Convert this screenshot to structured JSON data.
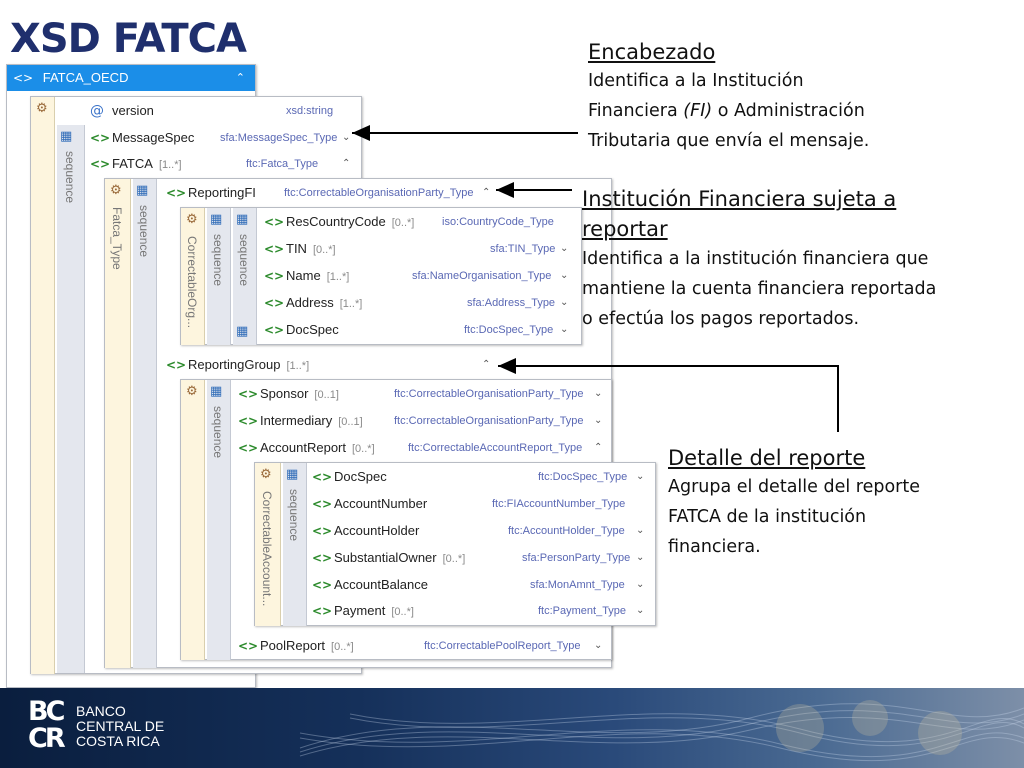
{
  "slide": {
    "title": "XSD FATCA"
  },
  "icons": {
    "element": "<>",
    "attribute": "@",
    "choice": "choice-icon",
    "sequence": "sequence-icon",
    "collapse": "chevron-up-icon",
    "expand": "chevron-down-icon"
  },
  "colors": {
    "title": "#1f2f6d",
    "titlebar": "#1b8ee8",
    "type_text": "#5a68b4",
    "element_icon": "#2b8a2b",
    "footer": "#0a1e3e"
  },
  "diagram": {
    "root": {
      "name": "FATCA_OECD",
      "toggle": "⌃"
    },
    "root_sequence_label": "sequence",
    "root_rows": [
      {
        "icon": "@",
        "name": "version",
        "card": "",
        "type": "xsd:string",
        "toggle": ""
      },
      {
        "icon": "<>",
        "name": "MessageSpec",
        "card": "",
        "type": "sfa:MessageSpec_Type",
        "toggle": "⌄"
      },
      {
        "icon": "<>",
        "name": "FATCA",
        "card": "[1..*]",
        "type": "ftc:Fatca_Type",
        "toggle": "⌃"
      }
    ],
    "fatca_type_label": "Fatca_Type",
    "fatca_sequence_label": "sequence",
    "fatca_rows": [
      {
        "icon": "<>",
        "name": "ReportingFI",
        "card": "",
        "type": "ftc:CorrectableOrganisationParty_Type",
        "toggle": "⌃"
      }
    ],
    "reporting_group": {
      "icon": "<>",
      "name": "ReportingGroup",
      "card": "[1..*]",
      "type": "",
      "toggle": "⌃"
    },
    "reportingfi_type_label": "CorrectableOrg...",
    "reportingfi_seq1_label": "sequence",
    "reportingfi_seq2_label": "sequence",
    "reportingfi_rows": [
      {
        "icon": "<>",
        "name": "ResCountryCode",
        "card": "[0..*]",
        "type": "iso:CountryCode_Type",
        "toggle": ""
      },
      {
        "icon": "<>",
        "name": "TIN",
        "card": "[0..*]",
        "type": "sfa:TIN_Type",
        "toggle": "⌄"
      },
      {
        "icon": "<>",
        "name": "Name",
        "card": "[1..*]",
        "type": "sfa:NameOrganisation_Type",
        "toggle": "⌄"
      },
      {
        "icon": "<>",
        "name": "Address",
        "card": "[1..*]",
        "type": "sfa:Address_Type",
        "toggle": "⌄"
      },
      {
        "icon": "<>",
        "name": "DocSpec",
        "card": "",
        "type": "ftc:DocSpec_Type",
        "toggle": "⌄"
      }
    ],
    "group_sequence_label": "sequence",
    "group_rows": [
      {
        "icon": "<>",
        "name": "Sponsor",
        "card": "[0..1]",
        "type": "ftc:CorrectableOrganisationParty_Type",
        "toggle": "⌄"
      },
      {
        "icon": "<>",
        "name": "Intermediary",
        "card": "[0..1]",
        "type": "ftc:CorrectableOrganisationParty_Type",
        "toggle": "⌄"
      },
      {
        "icon": "<>",
        "name": "AccountReport",
        "card": "[0..*]",
        "type": "ftc:CorrectableAccountReport_Type",
        "toggle": "⌃"
      }
    ],
    "pool_report": {
      "icon": "<>",
      "name": "PoolReport",
      "card": "[0..*]",
      "type": "ftc:CorrectablePoolReport_Type",
      "toggle": "⌄"
    },
    "account_type_label": "CorrectableAccount...",
    "account_sequence_label": "sequence",
    "account_rows": [
      {
        "icon": "<>",
        "name": "DocSpec",
        "card": "",
        "type": "ftc:DocSpec_Type",
        "toggle": "⌄"
      },
      {
        "icon": "<>",
        "name": "AccountNumber",
        "card": "",
        "type": "ftc:FIAccountNumber_Type",
        "toggle": ""
      },
      {
        "icon": "<>",
        "name": "AccountHolder",
        "card": "",
        "type": "ftc:AccountHolder_Type",
        "toggle": "⌄"
      },
      {
        "icon": "<>",
        "name": "SubstantialOwner",
        "card": "[0..*]",
        "type": "sfa:PersonParty_Type",
        "toggle": "⌄"
      },
      {
        "icon": "<>",
        "name": "AccountBalance",
        "card": "",
        "type": "sfa:MonAmnt_Type",
        "toggle": "⌄"
      },
      {
        "icon": "<>",
        "name": "Payment",
        "card": "[0..*]",
        "type": "ftc:Payment_Type",
        "toggle": "⌄"
      }
    ]
  },
  "annotations": {
    "header": {
      "heading": "Encabezado",
      "line1": "Identifica a la Institución",
      "line2_pre": "Financiera ",
      "line2_em": "(FI)",
      "line2_post": " o Administración",
      "line3": "Tributaria que envía el mensaje."
    },
    "institution": {
      "heading1": "Institución Financiera sujeta a",
      "heading2": "reportar",
      "line1": "Identifica a la institución financiera que",
      "line2": "mantiene la cuenta financiera reportada",
      "line3": "o efectúa los pagos reportados."
    },
    "detail": {
      "heading": "Detalle del reporte",
      "line1": "Agrupa el detalle del reporte",
      "line2": "FATCA de la institución",
      "line3": "financiera."
    }
  },
  "footer": {
    "logo_line1": "BC",
    "logo_line2": "CR",
    "bank_line1": "BANCO",
    "bank_line2": "CENTRAL DE",
    "bank_line3": "COSTA RICA"
  }
}
